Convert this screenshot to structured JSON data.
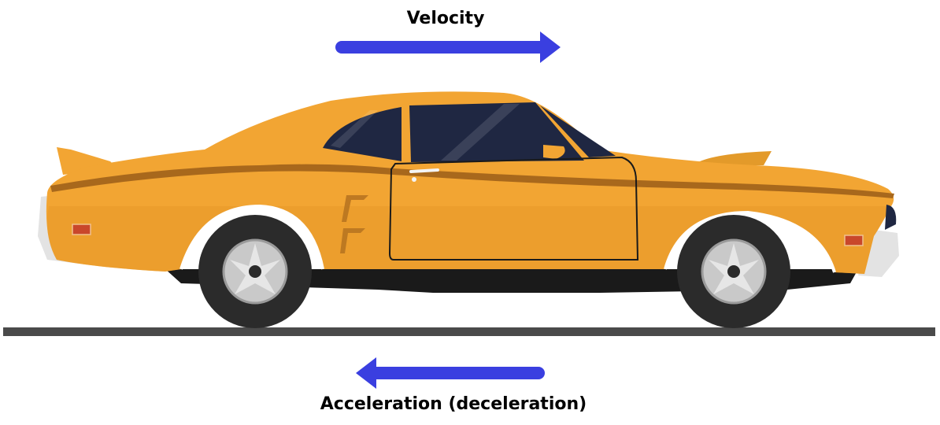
{
  "diagram": {
    "velocity_label": "Velocity",
    "acceleration_label": "Acceleration (deceleration)",
    "arrows": {
      "velocity": {
        "direction": "right",
        "color": "#3a3fe0"
      },
      "acceleration": {
        "direction": "left",
        "color": "#3a3fe0"
      }
    },
    "colors": {
      "car_body": "#f2a533",
      "car_shadow": "#d98e22",
      "stripe": "#a8681c",
      "window": "#1f2742",
      "tire": "#2b2b2b",
      "rim": "#c9c9c9",
      "bumper": "#e6e6e6",
      "ground": "#4a4a4a",
      "light": "#c9472b"
    }
  }
}
